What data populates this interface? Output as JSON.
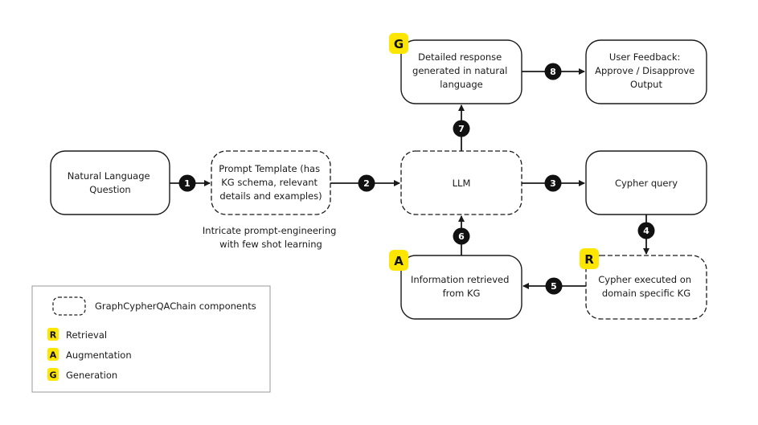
{
  "colors": {
    "stroke": "#1a1a1a",
    "badge": "#FFE600",
    "step_circle": "#111111",
    "step_text": "#ffffff"
  },
  "nodes": {
    "nl_question": [
      "Natural Language",
      "Question"
    ],
    "prompt_template": [
      "Prompt Template (has",
      "KG schema, relevant",
      "details and examples)"
    ],
    "llm": [
      "LLM"
    ],
    "cypher_query": [
      "Cypher query"
    ],
    "detailed_response": [
      "Detailed response",
      "generated in natural",
      "language"
    ],
    "user_feedback": [
      "User Feedback:",
      "Approve / Disapprove",
      "Output"
    ],
    "info_retrieved": [
      "Information retrieved",
      "from KG"
    ],
    "cypher_executed": [
      "Cypher executed on",
      "domain specific KG"
    ]
  },
  "note": [
    "Intricate prompt-engineering",
    "with few shot learning"
  ],
  "badges": {
    "detailed_response": "G",
    "info_retrieved": "A",
    "cypher_executed": "R"
  },
  "steps": [
    "1",
    "2",
    "3",
    "4",
    "5",
    "6",
    "7",
    "8"
  ],
  "legend": {
    "component_label": "GraphCypherQAChain components",
    "items": [
      {
        "letter": "R",
        "label": "Retrieval"
      },
      {
        "letter": "A",
        "label": "Augmentation"
      },
      {
        "letter": "G",
        "label": "Generation"
      }
    ]
  }
}
